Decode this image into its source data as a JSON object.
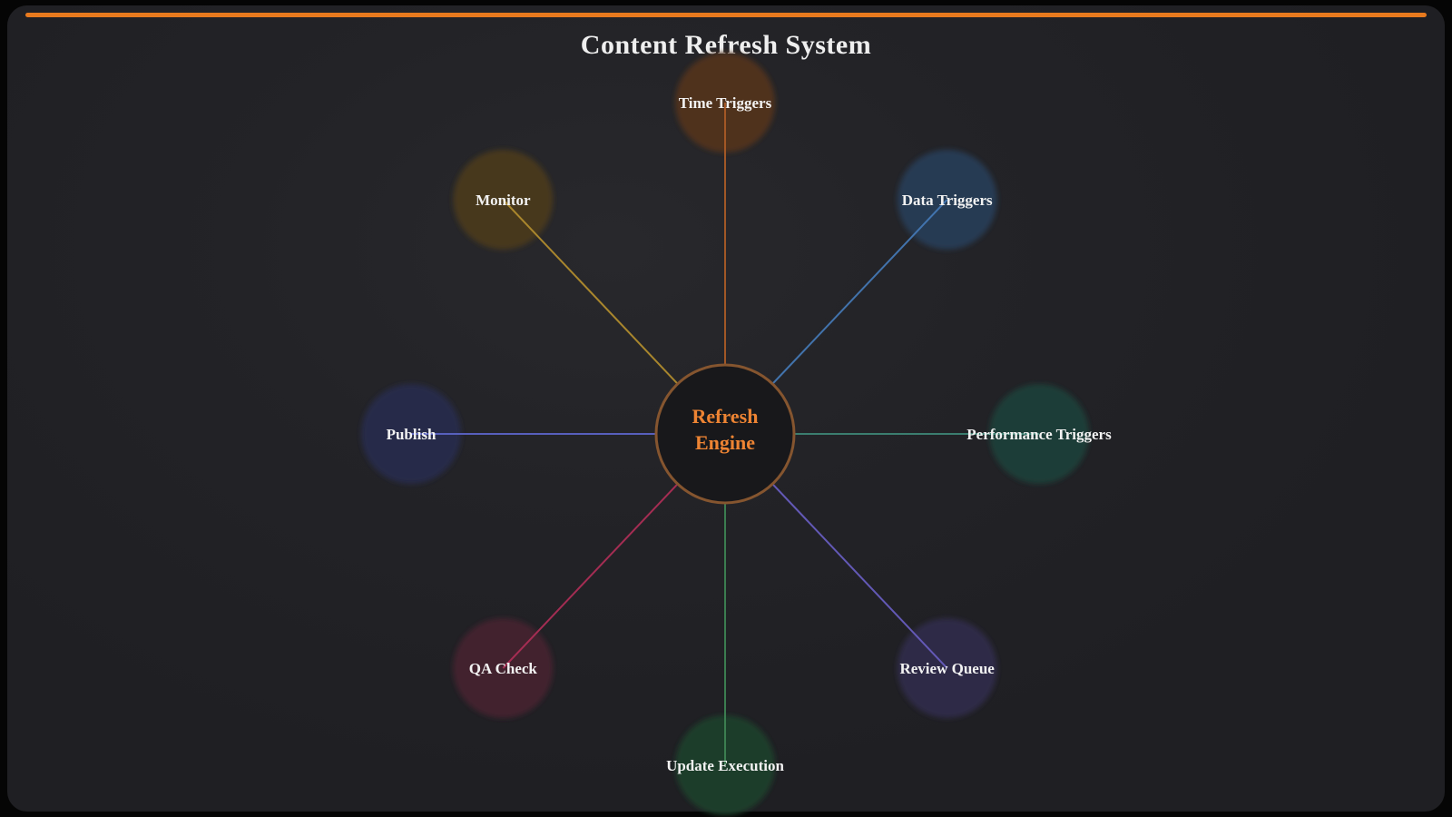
{
  "window": {
    "accent_color": "#e87a1e",
    "panel_background": "#232327",
    "outer_background": "#050505"
  },
  "title": "Content Refresh System",
  "diagram": {
    "center": {
      "label_lines": [
        "Refresh",
        "Engine"
      ],
      "fill": "#18181b",
      "border_color": "#85552f",
      "text_color": "#ee8433"
    },
    "label_color": "#f2f2f2",
    "nodes": [
      {
        "label": "Time Triggers",
        "angle_deg": -90,
        "fill": "#50331f",
        "line_color": "#a85a26"
      },
      {
        "label": "Data Triggers",
        "angle_deg": -45,
        "fill": "#253a52",
        "line_color": "#4478b4"
      },
      {
        "label": "Performance Triggers",
        "angle_deg": 0,
        "fill": "#1f3e37",
        "line_color": "#3d8273"
      },
      {
        "label": "Review Queue",
        "angle_deg": 45,
        "fill": "#2e2946",
        "line_color": "#675cbe"
      },
      {
        "label": "Update Execution",
        "angle_deg": 90,
        "fill": "#1e3c2a",
        "line_color": "#3d8253"
      },
      {
        "label": "QA Check",
        "angle_deg": 135,
        "fill": "#43222d",
        "line_color": "#ac2e56"
      },
      {
        "label": "Publish",
        "angle_deg": 180,
        "fill": "#272a4a",
        "line_color": "#5a63c4"
      },
      {
        "label": "Monitor",
        "angle_deg": 225,
        "fill": "#46381d",
        "line_color": "#b08c2e"
      }
    ]
  }
}
